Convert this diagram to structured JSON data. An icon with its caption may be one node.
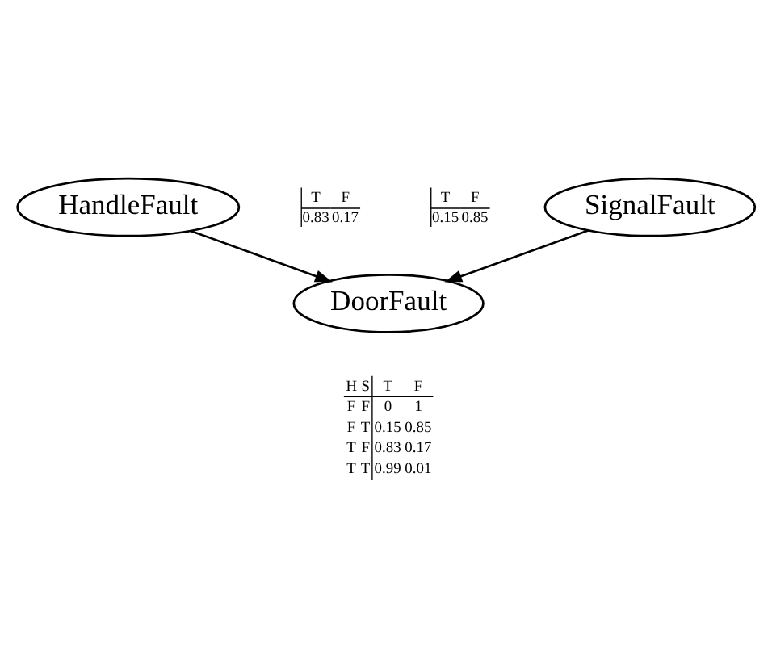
{
  "diagram": {
    "nodes": [
      {
        "text": [
          "HandleFault"
        ],
        "beside": [
          "T",
          "F",
          "0.83",
          "0.17"
        ]
      },
      {
        "text": [
          "SignalFault"
        ],
        "beside": [
          "T",
          "F",
          "0.15",
          "0.85"
        ]
      },
      {
        "text": [
          "DoorFault"
        ],
        "beside": [
          "H",
          "S",
          "T",
          "F",
          "F",
          "F",
          "0",
          "1",
          "F",
          "T",
          "0.15",
          "0.85",
          "T",
          "F",
          "0.83",
          "0.17",
          "T",
          "T",
          "0.99",
          "0.01"
        ]
      }
    ],
    "edges": [
      {
        "from": 0,
        "to": 2,
        "arrow": "to"
      },
      {
        "from": 1,
        "to": 2,
        "arrow": "to"
      }
    ]
  }
}
